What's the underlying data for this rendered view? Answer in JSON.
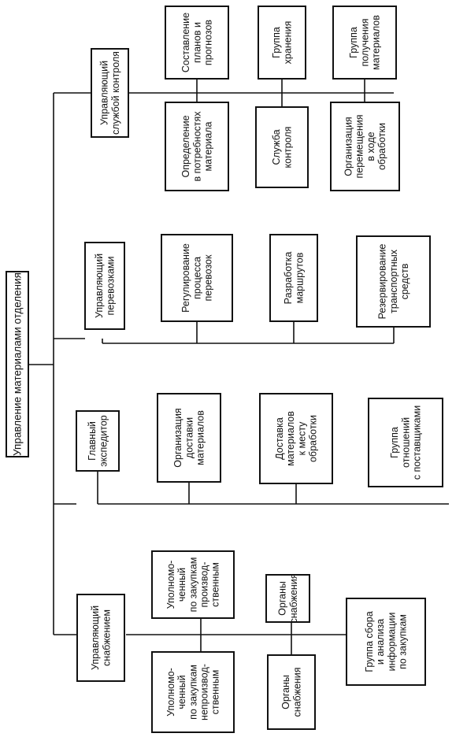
{
  "diagram": {
    "root": "Управление материалами отделения",
    "branches": [
      {
        "manager": [
          "Управляющий",
          "службой контроля"
        ],
        "units": [
          [
            "Составление",
            "планов и",
            "прогнозов"
          ],
          [
            "Группа",
            "хранения"
          ],
          [
            "Группа",
            "получения",
            "материалов"
          ],
          [
            "Определение",
            "в потребностях",
            "материала"
          ],
          [
            "Служба",
            "контроля"
          ],
          [
            "Организация",
            "перемещения",
            "в ходе",
            "обработки"
          ]
        ]
      },
      {
        "manager": [
          "Управляющий",
          "перевозками"
        ],
        "units": [
          [
            "Регулирование",
            "процесса",
            "перевозок"
          ],
          [
            "Разработка",
            "маршрутов"
          ],
          [
            "Резервирование",
            "транспортных",
            "средств"
          ]
        ]
      },
      {
        "manager": [
          "Главный",
          "экспедитор"
        ],
        "units": [
          [
            "Организация",
            "доставки",
            "материалов"
          ],
          [
            "Доставка",
            "материалов",
            "к месту",
            "обработки"
          ],
          [
            "Группа",
            "отношений",
            "с поставщиками"
          ]
        ]
      },
      {
        "manager": [
          "Управляющий",
          "снабжением"
        ],
        "units": [
          [
            "Уполномо-",
            "ченный",
            "по закупкам",
            "производ-",
            "ственным"
          ],
          [
            "Органы",
            "снабжения"
          ],
          [
            "Уполномо-",
            "ченный",
            "по закупкам",
            "непроизвод-",
            "ственным"
          ],
          [
            "Органы",
            "снабжения"
          ],
          [
            "Группа сбора",
            "и анализа",
            "информации",
            "по закупкам"
          ]
        ]
      }
    ]
  }
}
